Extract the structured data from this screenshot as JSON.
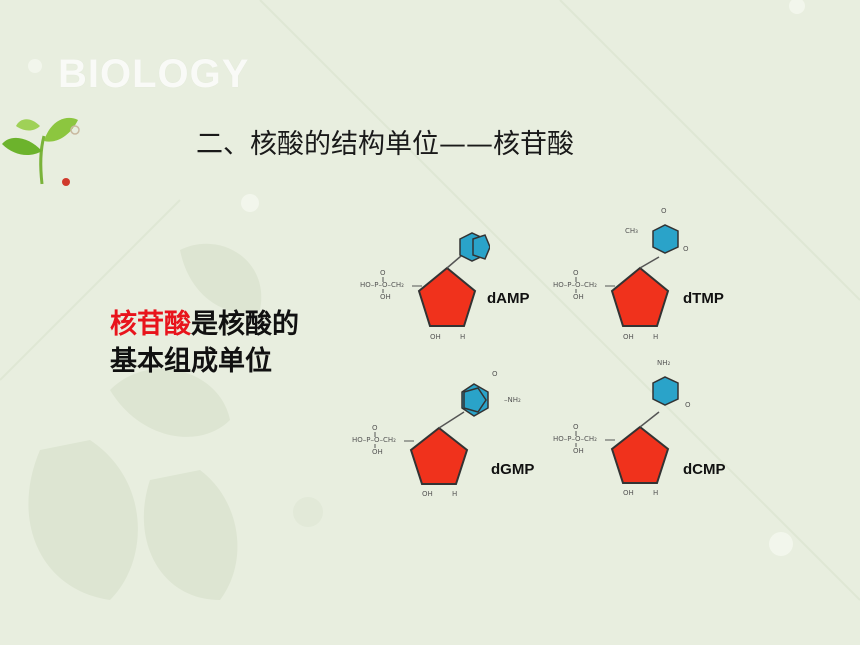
{
  "brand_text": "BIOLOGY",
  "title": "二、核酸的结构单位——核苷酸",
  "statement": {
    "highlight": "核苷酸",
    "rest_line1": "是核酸的",
    "line2": "基本组成单位"
  },
  "molecules": [
    {
      "label": "dAMP"
    },
    {
      "label": "dTMP"
    },
    {
      "label": "dGMP"
    },
    {
      "label": "dCMP"
    }
  ],
  "colors": {
    "background": "#e8eedf",
    "pentose": "#f0321c",
    "base": "#2aa3c9",
    "highlight_text": "#e8141c"
  }
}
